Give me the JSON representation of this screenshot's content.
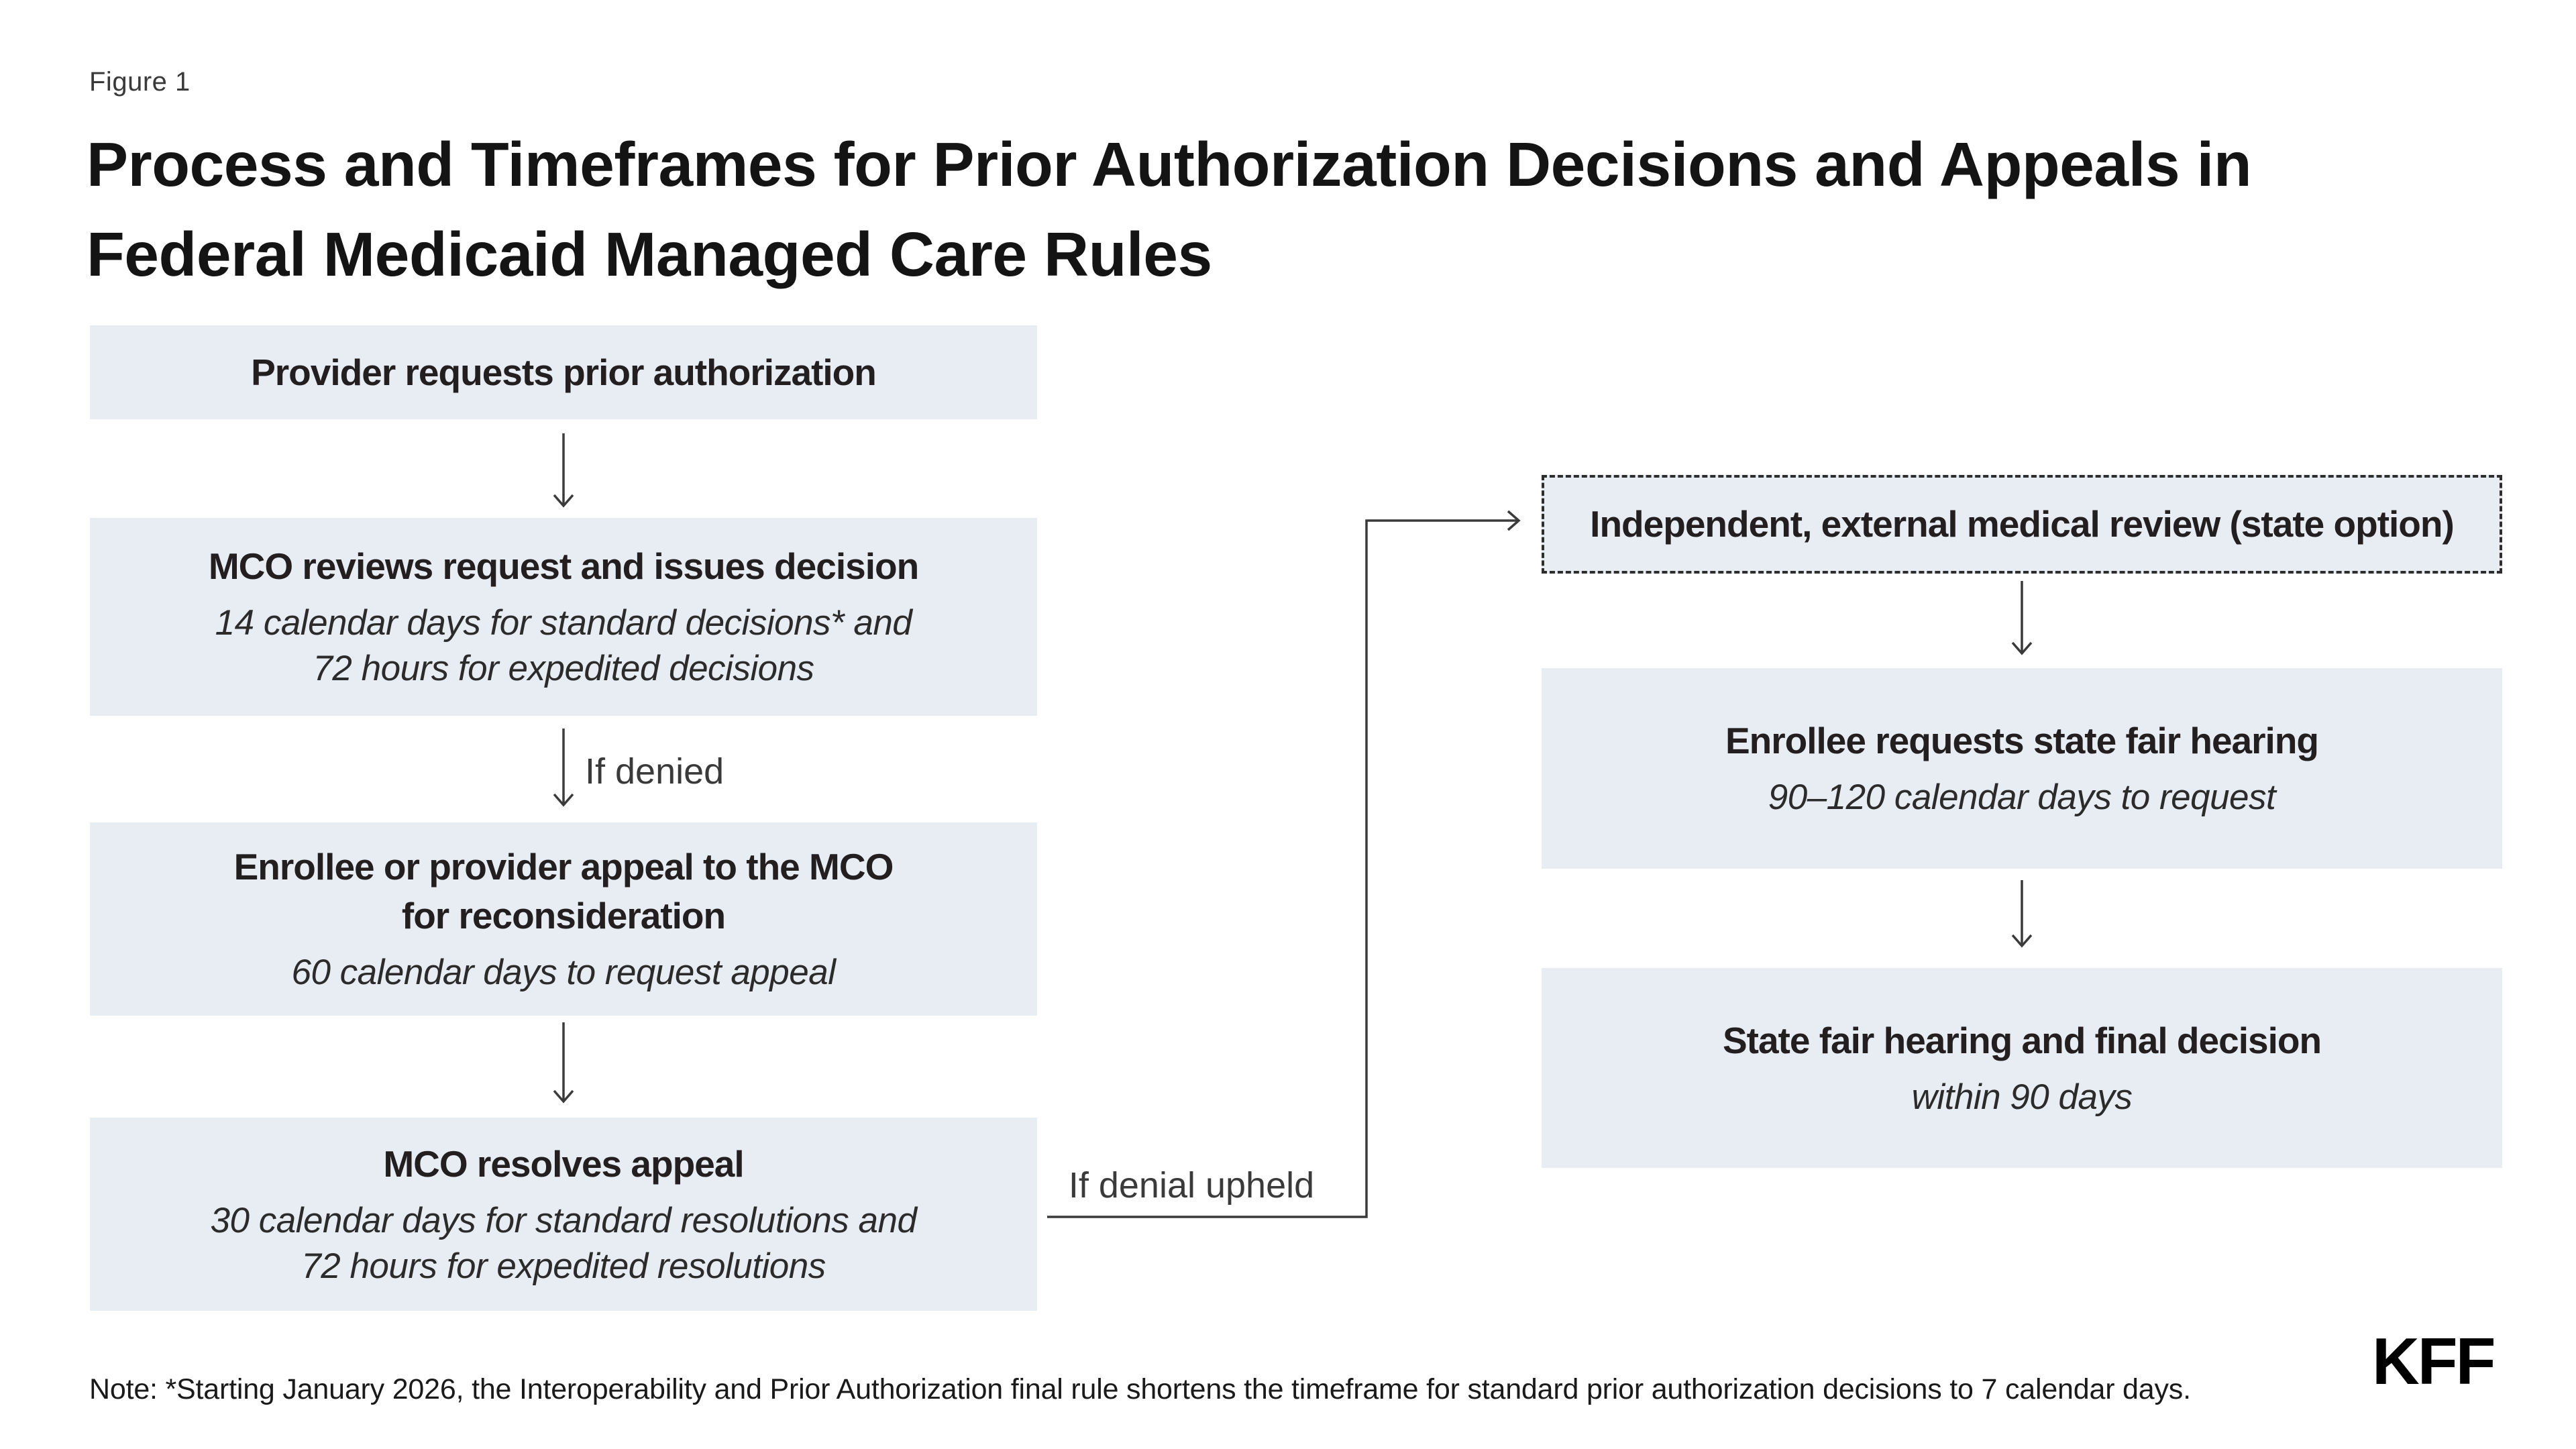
{
  "figure": {
    "label": "Figure 1"
  },
  "title": {
    "line1": "Process and Timeframes for Prior Authorization Decisions and Appeals in",
    "line2": "Federal Medicaid Managed Care Rules"
  },
  "flowchart": {
    "left_column": {
      "box1": {
        "title": "Provider requests prior authorization"
      },
      "box2": {
        "title": "MCO reviews request and issues decision",
        "detail1": "14 calendar days for standard decisions* and",
        "detail2": "72 hours for expedited decisions"
      },
      "box3": {
        "title_line1": "Enrollee or provider appeal to the MCO",
        "title_line2": "for reconsideration",
        "detail1": "60 calendar days to request appeal"
      },
      "box4": {
        "title": "MCO resolves appeal",
        "detail1": "30 calendar days for standard resolutions and",
        "detail2": "72 hours for expedited resolutions"
      }
    },
    "right_column": {
      "box1": {
        "title": "Independent, external medical review (state option)"
      },
      "box2": {
        "title": "Enrollee requests state fair hearing",
        "detail1": "90–120 calendar days to request"
      },
      "box3": {
        "title": "State fair hearing and final decision",
        "detail1": "within 90 days"
      }
    },
    "edge_labels": {
      "if_denied": "If denied",
      "if_denial_upheld": "If denial upheld"
    }
  },
  "note": "Note: *Starting January 2026, the Interoperability and Prior Authorization final rule shortens the timeframe for standard prior authorization decisions to 7 calendar days.",
  "logo": {
    "text": "KFF"
  },
  "colors": {
    "box_fill": "#e8edf3",
    "dashed_border": "#2e2e2e",
    "line": "#3a3a3a",
    "text": "#231f20",
    "title": "#141414"
  }
}
